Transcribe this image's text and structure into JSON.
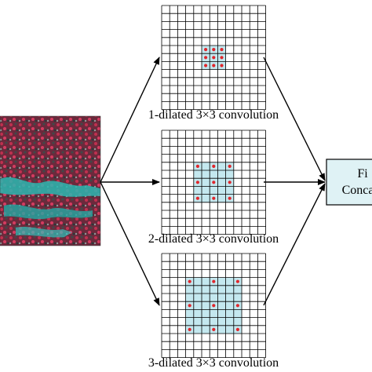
{
  "panels": [
    {
      "dilation": 1,
      "caption": "1-dilated 3×3 convolution"
    },
    {
      "dilation": 2,
      "caption": "2-dilated 3×3 convolution"
    },
    {
      "dilation": 3,
      "caption": "3-dilated 3×3 convolution"
    }
  ],
  "grid": {
    "cells": 13,
    "kernel": 3
  },
  "output_box": {
    "line1": "Fi",
    "line2": "Conca"
  },
  "colors": {
    "receptive_field": "#c4e8ef",
    "kernel_point": "#e0262b",
    "box_fill": "#dff2f5",
    "line": "#000000"
  }
}
